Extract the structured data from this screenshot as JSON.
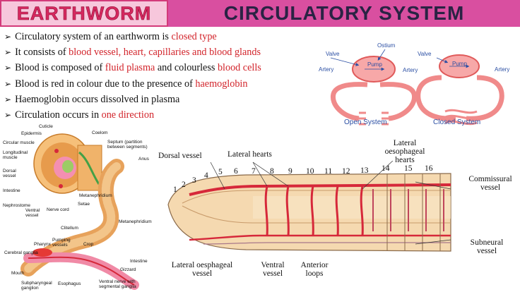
{
  "header": {
    "left_title": "EARTHWORM",
    "right_title": "CIRCULATORY SYSTEM"
  },
  "bullets": [
    {
      "parts": [
        {
          "t": "Circulatory system of an earthworm is ",
          "red": false
        },
        {
          "t": "closed type",
          "red": true
        }
      ]
    },
    {
      "parts": [
        {
          "t": "It consists of ",
          "red": false
        },
        {
          "t": "blood vessel, heart, capillaries and blood glands",
          "red": true
        }
      ]
    },
    {
      "parts": [
        {
          "t": "Blood is composed of ",
          "red": false
        },
        {
          "t": "fluid plasma",
          "red": true
        },
        {
          "t": " and colourless ",
          "red": false
        },
        {
          "t": "blood cells",
          "red": true
        }
      ]
    },
    {
      "parts": [
        {
          "t": "Blood is red in colour due to the presence of ",
          "red": false
        },
        {
          "t": "haemoglobin",
          "red": true
        }
      ]
    },
    {
      "parts": [
        {
          "t": "Haemoglobin occurs dissolved in plasma",
          "red": false
        }
      ]
    },
    {
      "parts": [
        {
          "t": "Circulation occurs in ",
          "red": false
        },
        {
          "t": "one direction",
          "red": true
        }
      ]
    }
  ],
  "systems": {
    "open": {
      "valve": "Valve",
      "ostium": "Ostium",
      "pump": "Pump",
      "artery": "Artery",
      "caption": "Open System"
    },
    "closed": {
      "valve": "Valve",
      "pump": "Pump",
      "artery": "Artery",
      "caption": "Closed System"
    }
  },
  "worm_labels": {
    "cuticle": "Cuticle",
    "epidermis": "Epidermis",
    "coelom": "Coelom",
    "circular_muscle": "Circular muscle",
    "longitudinal_muscle": "Longitudinal muscle",
    "septum": "Septum (partition between segments)",
    "dorsal_vessel": "Dorsal vessel",
    "anus": "Anus",
    "intestine": "Intestine",
    "metanephridium": "Metanephridium",
    "nephrostome": "Nephrostome",
    "setae": "Setae",
    "ventral_vessel": "Ventral vessel",
    "nerve_cord": "Nerve cord",
    "clitellum": "Clitellum",
    "metanephridium2": "Metanephridium",
    "pumping_vessels": "Pumping vessels",
    "pharynx": "Pharynx",
    "crop": "Crop",
    "cerebral_ganglia": "Cerebral ganglia",
    "intestine2": "Intestine",
    "gizzard": "Gizzard",
    "mouth": "Mouth",
    "subpharyngeal": "Subpharyngeal ganglion",
    "esophagus": "Esophagus",
    "ventral_nerve": "Ventral nerve with segmental ganglia"
  },
  "diagram_labels": {
    "dorsal_vessel": "Dorsal vessel",
    "lateral_hearts": "Lateral hearts",
    "lateral_oesophageal_hearts": "Lateral oesophageal hearts",
    "commissural_vessel": "Commissural vessel",
    "subneural_vessel": "Subneural vessel",
    "lateral_oesphageal_vessel": "Lateral oesphageal vessel",
    "ventral_vessel": "Ventral vessel",
    "anterior_loops": "Anterior loops"
  },
  "segments": [
    "1",
    "2",
    "3",
    "4",
    "5",
    "6",
    "7",
    "8",
    "9",
    "10",
    "11",
    "12",
    "13",
    "14",
    "15",
    "16"
  ],
  "colors": {
    "header_left_bg": "#f7c7dc",
    "header_left_text": "#d6285f",
    "header_right_bg": "#d94fa0",
    "accent_red": "#d2232a",
    "vessel_red": "#d6283a",
    "body_tan": "#f3d3a4"
  }
}
